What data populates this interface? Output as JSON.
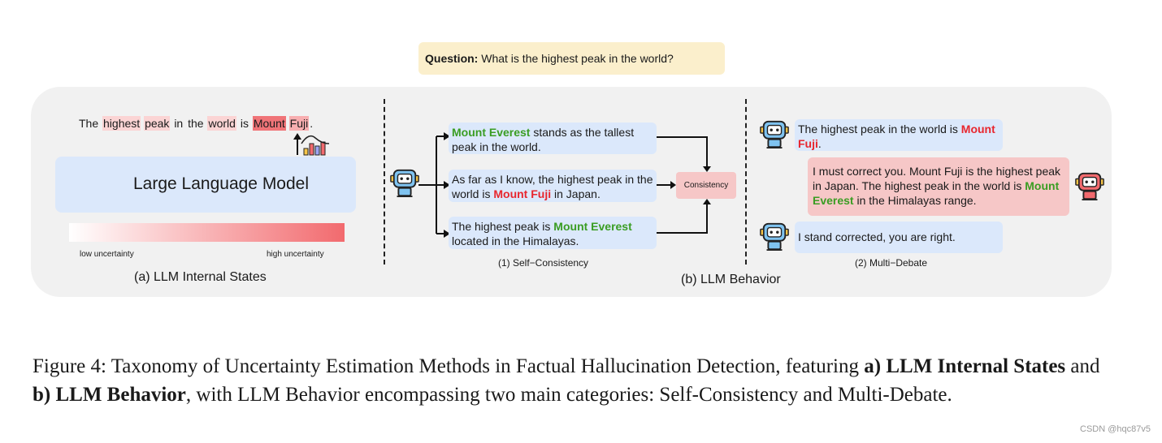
{
  "question": {
    "label": "Question:",
    "text": " What is the highest peak in the world?"
  },
  "internal_states": {
    "tokens": [
      {
        "text": "The",
        "shade": 0
      },
      {
        "text": "highest",
        "shade": 1
      },
      {
        "text": "peak",
        "shade": 1
      },
      {
        "text": "in",
        "shade": 0
      },
      {
        "text": "the",
        "shade": 0
      },
      {
        "text": "world",
        "shade": 1
      },
      {
        "text": "is",
        "shade": 0
      },
      {
        "text": "Mount",
        "shade": 3
      },
      {
        "text": "Fuji",
        "shade": 2
      },
      {
        "text": ".",
        "shade": 0
      }
    ],
    "model_label": "Large Language Model",
    "low_label": "low uncertainty",
    "high_label": "high uncertainty",
    "caption": "(a) LLM Internal States"
  },
  "self_consistency": {
    "responses": [
      {
        "segments": [
          {
            "t": "Mount Everest",
            "c": "green"
          },
          {
            "t": " stands as the tallest peak in the world.",
            "c": ""
          }
        ]
      },
      {
        "segments": [
          {
            "t": "As far as I know, the highest peak in the world is ",
            "c": ""
          },
          {
            "t": "Mount Fuji",
            "c": "red"
          },
          {
            "t": " in Japan.",
            "c": ""
          }
        ]
      },
      {
        "segments": [
          {
            "t": "The highest peak is ",
            "c": ""
          },
          {
            "t": "Mount Everest",
            "c": "green"
          },
          {
            "t": " located in the Himalayas.",
            "c": ""
          }
        ]
      }
    ],
    "consistency_label": "Consistency",
    "caption": "(1) Self−Consistency"
  },
  "multi_debate": {
    "messages": [
      {
        "segments": [
          {
            "t": "The highest peak in the world is ",
            "c": ""
          },
          {
            "t": "Mount Fuji",
            "c": "red"
          },
          {
            "t": ".",
            "c": ""
          }
        ]
      },
      {
        "segments": [
          {
            "t": "I must correct you. Mount Fuji is the highest peak in Japan. The highest peak in the world is ",
            "c": ""
          },
          {
            "t": "Mount Everest",
            "c": "green"
          },
          {
            "t": " in the Himalayas range.",
            "c": ""
          }
        ]
      },
      {
        "segments": [
          {
            "t": "I stand corrected, you are right.",
            "c": ""
          }
        ]
      }
    ],
    "caption": "(2) Multi−Debate"
  },
  "behavior_caption": "(b) LLM Behavior",
  "figure_caption": {
    "prefix": "Figure 4: Taxonomy of Uncertainty Estimation Methods in Factual Hallucination Detection, featuring ",
    "bold_a": "a) LLM Internal States",
    "mid": " and ",
    "bold_b": "b) LLM Behavior",
    "suffix": ", with LLM Behavior encompassing two main categories: Self-Consistency and Multi-Debate."
  },
  "watermark": "CSDN @hqc87v5",
  "colors": {
    "blue_box": "#dbe8fb",
    "red_box": "#f6c7c7",
    "question_bg": "#fbefcc",
    "green": "#3a9d23",
    "red": "#e8262e",
    "token_shades": [
      "transparent",
      "#fbd4d4",
      "#f8aeb0",
      "#f07478"
    ]
  },
  "icons": [
    "robot-icon",
    "bar-chart-icon",
    "arrow-up-icon"
  ]
}
